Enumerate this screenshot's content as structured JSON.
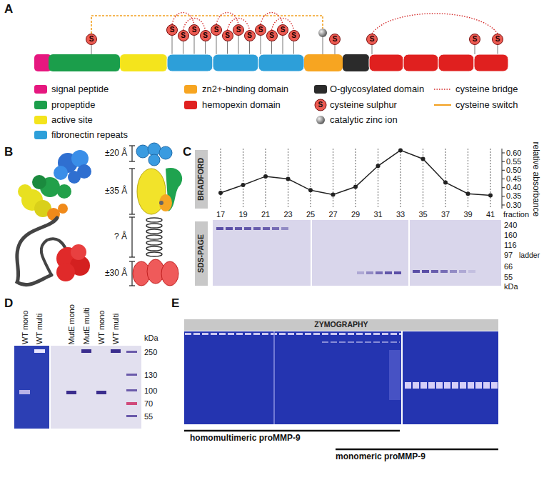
{
  "diagram": {
    "nodes": [
      {
        "text": [
          "S"
        ]
      },
      {
        "text": [
          "S"
        ]
      },
      {
        "text": [
          "S"
        ]
      },
      {
        "text": [
          "S"
        ]
      },
      {
        "text": [
          "S"
        ]
      },
      {
        "text": [
          "S"
        ]
      },
      {
        "text": [
          "S"
        ]
      },
      {
        "text": [
          "S"
        ]
      },
      {
        "text": [
          "S"
        ]
      },
      {
        "text": [
          "S"
        ]
      },
      {
        "text": [
          "S"
        ]
      },
      {
        "text": [
          "S"
        ]
      },
      {
        "text": [
          "S"
        ]
      },
      {
        "text": [
          "S"
        ]
      },
      {
        "text": [
          "S"
        ]
      },
      {
        "text": [
          "S"
        ]
      },
      {
        "text": [
          "S"
        ]
      },
      {
        "text": [
          "BRADFORD"
        ]
      },
      {
        "text": [
          "SDS-PAGE"
        ]
      },
      {
        "text": [
          "ZYMOGRAPHY"
        ]
      }
    ],
    "edges": [
      {
        "from": 1,
        "to": 3,
        "arrow": "none"
      },
      {
        "from": 2,
        "to": 4,
        "arrow": "none"
      },
      {
        "from": 5,
        "to": 7,
        "arrow": "none"
      },
      {
        "from": 6,
        "to": 8,
        "arrow": "none"
      },
      {
        "from": 9,
        "to": 11,
        "arrow": "none"
      },
      {
        "from": 10,
        "to": 12,
        "arrow": "none"
      },
      {
        "from": 14,
        "to": 16,
        "arrow": "none"
      }
    ],
    "labels": [
      "A",
      "B",
      "C",
      "D",
      "E",
      "S",
      "±20 Å",
      "±35 Å",
      "? Å",
      "±30 Å",
      "0.60",
      "0.55",
      "0.50",
      "0.45",
      "0.40",
      "0.35",
      "0.30",
      "relative absorbance",
      "17",
      "19",
      "21",
      "23",
      "25",
      "27",
      "29",
      "31",
      "33",
      "35",
      "37",
      "39",
      "41",
      "fraction",
      "240",
      "160",
      "116",
      "97",
      "66",
      "55",
      "ladder",
      "kDa",
      "WT mono",
      "WT multi",
      "MutE mono",
      "MutE multi",
      "WT mono",
      "WT multi",
      "kDa",
      "250",
      "130",
      "100",
      "70",
      "55",
      "homomultimeric proMMP-9",
      "monomeric proMMP-9"
    ],
    "legend": [
      {
        "text": "signal peptide",
        "color": "#e6177f"
      },
      {
        "text": "zn2+-binding domain",
        "color": "#f7a521"
      },
      {
        "text": "O-glycosylated domain",
        "color": "#2b2b2b"
      },
      {
        "text": "cysteine bridge"
      },
      {
        "text": "propeptide",
        "color": "#1b9e4b"
      },
      {
        "text": "hemopexin domain",
        "color": "#e0201f"
      },
      {
        "text": "cysteine sulphur"
      },
      {
        "text": "cysteine switch"
      },
      {
        "text": "active site",
        "color": "#f4e41c"
      },
      {
        "text": "catalytic zinc ion"
      },
      {
        "text": "fibronectin repeats",
        "color": "#2d9fd9"
      }
    ]
  }
}
